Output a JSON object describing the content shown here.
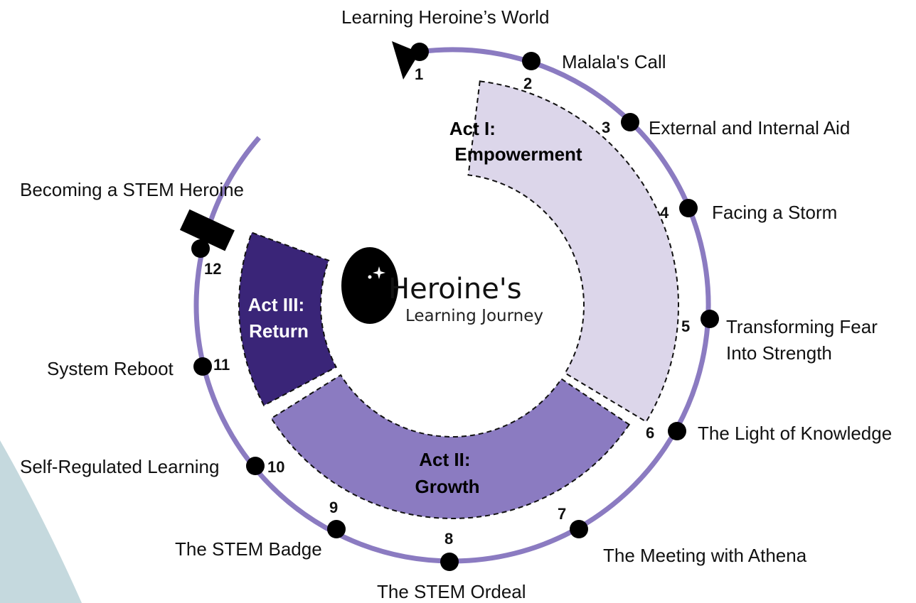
{
  "logo": {
    "title": "Heroine's",
    "subtitle": "Learning Journey"
  },
  "acts": [
    {
      "line1": "Act I:",
      "line2": "Empowerment",
      "color": "#dcd6ea",
      "text_color": "#111111"
    },
    {
      "line1": "Act II:",
      "line2": "Growth",
      "color": "#8b7bc1",
      "text_color": "#111111"
    },
    {
      "line1": "Act III:",
      "line2": "Return",
      "color": "#3a2578",
      "text_color": "#ffffff"
    }
  ],
  "stages": [
    {
      "num": "1",
      "label": "Learning Heroine’s World"
    },
    {
      "num": "2",
      "label": "Malala's Call"
    },
    {
      "num": "3",
      "label": "External and Internal Aid"
    },
    {
      "num": "4",
      "label": "Facing a Storm"
    },
    {
      "num": "5",
      "label": "Transforming Fear",
      "label2": "Into Strength"
    },
    {
      "num": "6",
      "label": "The Light of Knowledge"
    },
    {
      "num": "7",
      "label": "The Meeting with Athena"
    },
    {
      "num": "8",
      "label": "The STEM Ordeal"
    },
    {
      "num": "9",
      "label": "The STEM Badge"
    },
    {
      "num": "10",
      "label": "Self-Regulated Learning"
    },
    {
      "num": "11",
      "label": "System Reboot"
    },
    {
      "num": "12",
      "label": "Becoming a STEM Heroine"
    }
  ],
  "colors": {
    "ring": "#8b7bc1",
    "dot": "#000000",
    "background_shape": "#c5d9de"
  }
}
